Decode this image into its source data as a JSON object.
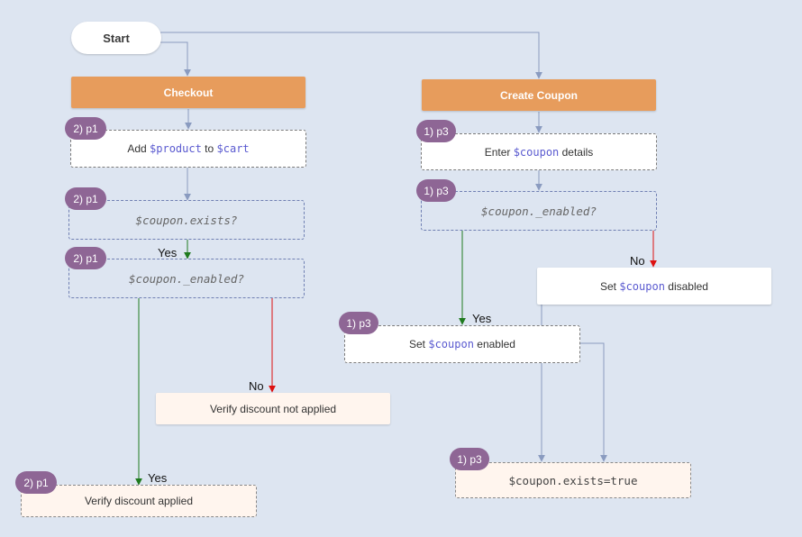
{
  "colors": {
    "background": "#dde5f1",
    "header": "#e79c5c",
    "badge": "#8e6695",
    "edge_default": "#8a9bc0",
    "edge_yes": "#1f7a1f",
    "edge_no": "#dd1111",
    "variable": "#5a5ad0"
  },
  "nodes": {
    "start": {
      "label": "Start"
    },
    "checkout": {
      "label": "Checkout"
    },
    "create_coupon": {
      "label": "Create Coupon"
    },
    "add_product": {
      "badge": "2) p1",
      "pre": "Add ",
      "var1": "$product",
      "mid": " to ",
      "var2": "$cart"
    },
    "coupon_exists_check": {
      "badge": "2) p1",
      "label": "$coupon.exists?"
    },
    "coupon_enabled_check_left": {
      "badge": "2) p1",
      "label": "$coupon._enabled?"
    },
    "verify_not_applied": {
      "label": "Verify discount not applied"
    },
    "verify_applied": {
      "badge": "2) p1",
      "label": "Verify discount applied"
    },
    "enter_coupon": {
      "badge": "1) p3",
      "pre": "Enter ",
      "var": "$coupon",
      "post": " details"
    },
    "coupon_enabled_check_right": {
      "badge": "1) p3",
      "label": "$coupon._enabled?"
    },
    "set_disabled": {
      "pre": "Set ",
      "var": "$coupon",
      "post": " disabled"
    },
    "set_enabled": {
      "badge": "1) p3",
      "pre": "Set ",
      "var": "$coupon",
      "post": " enabled"
    },
    "coupon_exists_true": {
      "badge": "1) p3",
      "label": "$coupon.exists=true"
    }
  },
  "edge_labels": {
    "yes_exists": "Yes",
    "no_left": "No",
    "yes_left": "Yes",
    "yes_right": "Yes",
    "no_right": "No"
  }
}
